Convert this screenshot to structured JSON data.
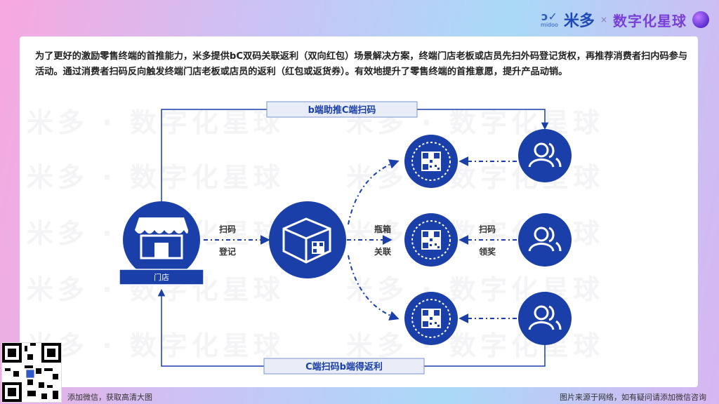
{
  "brand": {
    "logo_text": "米多",
    "logo_sub": "midoo",
    "separator": "×",
    "partner": "数字化星球"
  },
  "intro": "为了更好的激励零售终端的首推能力，米多提供bC双码关联返利（双向红包）场景解决方案，终端门店老板或店员先扫外码登记货权，再推荐消费者扫内码参与活动。通过消费者扫码反向触发终端门店老板或店员的返利（红包或返货券）。有效地提升了零售终端的首推意愿，提升产品动销。",
  "diagram": {
    "top_label": "b端助推C端扫码",
    "bottom_label": "C端扫码b端得返利",
    "store_label": "门店",
    "scan_register": [
      "扫码",
      "登记"
    ],
    "bottle_case": [
      "瓶箱",
      "关联"
    ],
    "scan_prize": [
      "扫码",
      "领奖"
    ]
  },
  "watermark": "米多 · 数字化星球",
  "footer": {
    "left": "添加微信，获取高清大图",
    "right": "图片来源于网络，如有疑问请添加微信咨询"
  },
  "colors": {
    "primary": "#1a3fa8",
    "label_bg": "#e8edf8",
    "label_border": "#7d93cf"
  }
}
